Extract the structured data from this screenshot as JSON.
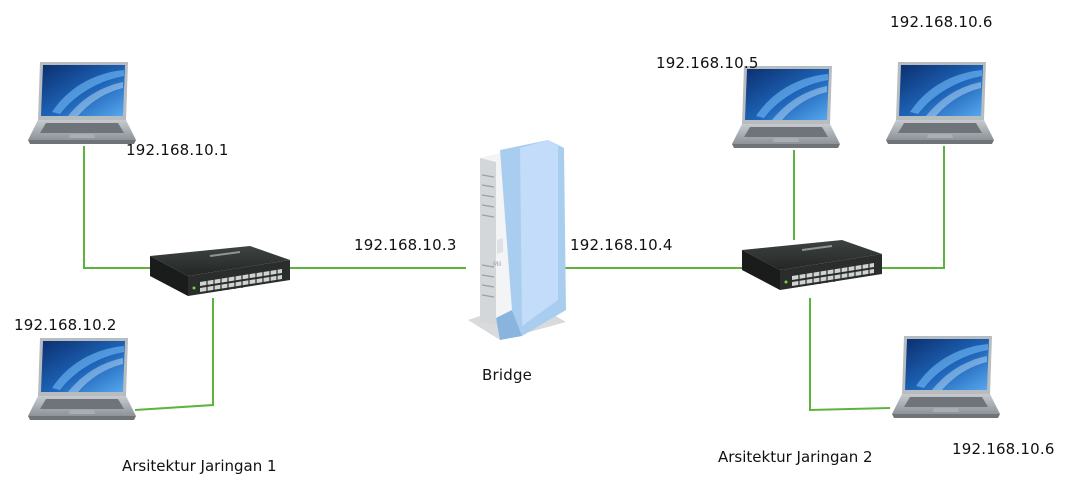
{
  "colors": {
    "link": "#5db33e",
    "laptop_body": "#9aa0a6",
    "laptop_screen": "#1e64b8",
    "switch_body": "#2c2f2e",
    "router_body": "#e8eaec",
    "router_panel": "#9ec5e8"
  },
  "icons": {
    "laptop": "laptop-icon",
    "switch": "network-switch-icon",
    "router": "wireless-router-icon"
  },
  "network1": {
    "caption": "Arsitektur Jaringan 1",
    "laptop_a_ip": "192.168.10.1",
    "laptop_b_ip": "192.168.10.2"
  },
  "bridge": {
    "label": "Bridge",
    "left_ip": "192.168.10.3",
    "right_ip": "192.168.10.4"
  },
  "network2": {
    "caption": "Arsitektur Jaringan 2",
    "laptop_a_ip": "192.168.10.5",
    "laptop_b_ip": "192.168.10.6",
    "laptop_c_ip": "192.168.10.6"
  }
}
